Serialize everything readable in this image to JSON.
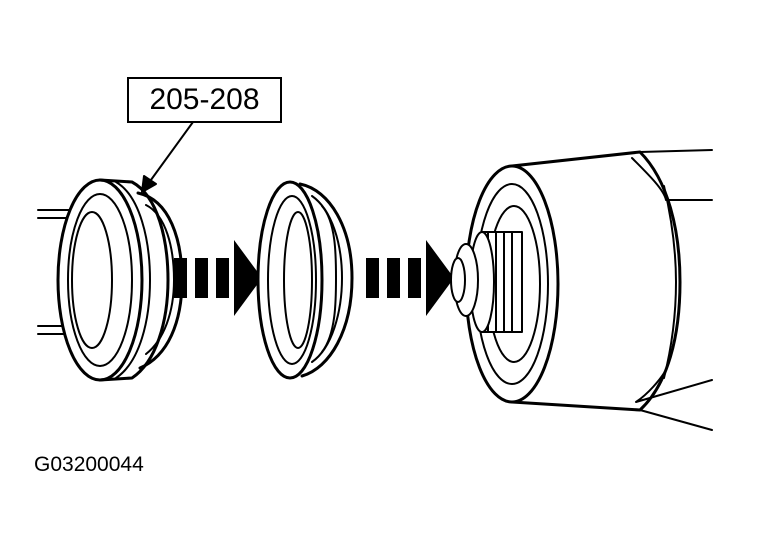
{
  "diagram": {
    "tool_number": "205-208",
    "figure_id": "G03200044",
    "parts": {
      "installer": "special-tool-installer",
      "seal": "seal",
      "housing": "axle-housing",
      "pinion": "pinion-shaft"
    },
    "arrows": {
      "count": 2,
      "direction": "right"
    },
    "line_color": "#000000",
    "fill_color": "#ffffff"
  }
}
